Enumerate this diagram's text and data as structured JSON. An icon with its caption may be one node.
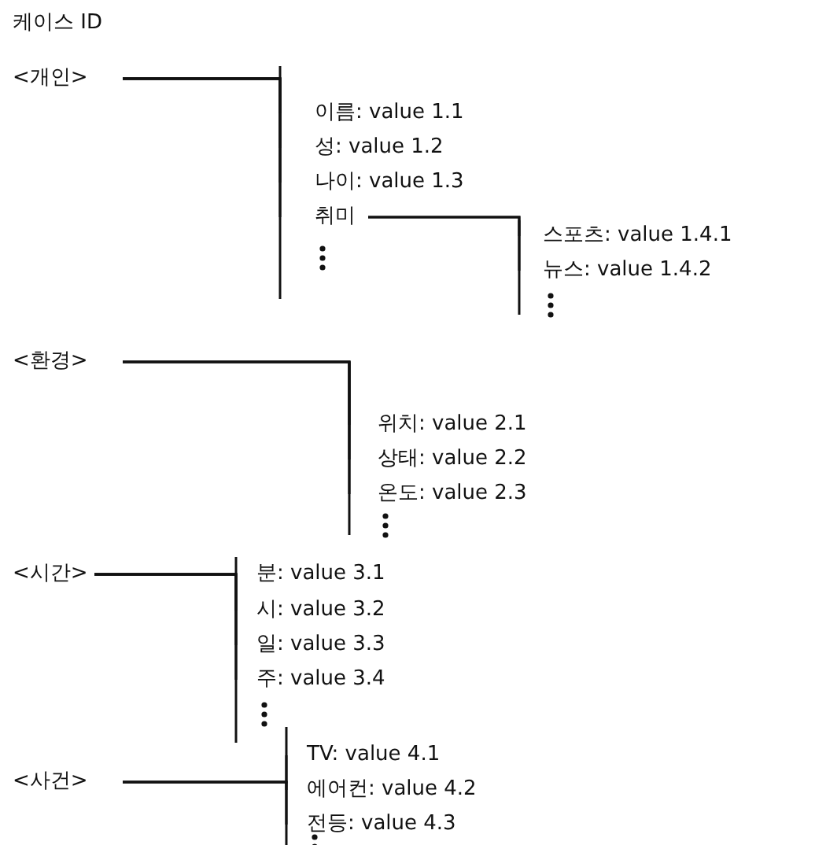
{
  "diagram": {
    "title": "케이스 ID",
    "nodes": [
      {
        "text": [
          "<개인>"
        ]
      },
      {
        "text": [
          "이름: value 1.1"
        ]
      },
      {
        "text": [
          "성: value 1.2"
        ]
      },
      {
        "text": [
          "나이: value 1.3"
        ]
      },
      {
        "text": [
          "취미"
        ]
      },
      {
        "text": [
          "스포츠: value 1.4.1"
        ]
      },
      {
        "text": [
          "뉴스: value 1.4.2"
        ]
      },
      {
        "text": [
          "<환경>"
        ]
      },
      {
        "text": [
          "위치: value 2.1"
        ]
      },
      {
        "text": [
          "상태: value 2.2"
        ]
      },
      {
        "text": [
          "온도: value 2.3"
        ]
      },
      {
        "text": [
          "<시간>"
        ]
      },
      {
        "text": [
          "분: value 3.1"
        ]
      },
      {
        "text": [
          "시: value 3.2"
        ]
      },
      {
        "text": [
          "일: value 3.3"
        ]
      },
      {
        "text": [
          "주: value 3.4"
        ]
      },
      {
        "text": [
          "<사건>"
        ]
      },
      {
        "text": [
          "TV: value 4.1"
        ]
      },
      {
        "text": [
          "에어컨: value 4.2"
        ]
      },
      {
        "text": [
          "전등: value 4.3"
        ]
      }
    ],
    "edges": [
      {
        "from": 0,
        "to": 1,
        "arrow": "none"
      },
      {
        "from": 0,
        "to": 2,
        "arrow": "none"
      },
      {
        "from": 0,
        "to": 3,
        "arrow": "none"
      },
      {
        "from": 0,
        "to": 4,
        "arrow": "none"
      },
      {
        "from": 4,
        "to": 5,
        "arrow": "none"
      },
      {
        "from": 4,
        "to": 6,
        "arrow": "none"
      },
      {
        "from": 7,
        "to": 8,
        "arrow": "none"
      },
      {
        "from": 7,
        "to": 9,
        "arrow": "none"
      },
      {
        "from": 7,
        "to": 10,
        "arrow": "none"
      },
      {
        "from": 11,
        "to": 12,
        "arrow": "none"
      },
      {
        "from": 11,
        "to": 13,
        "arrow": "none"
      },
      {
        "from": 11,
        "to": 14,
        "arrow": "none"
      },
      {
        "from": 11,
        "to": 15,
        "arrow": "none"
      },
      {
        "from": 16,
        "to": 17,
        "arrow": "none"
      },
      {
        "from": 16,
        "to": 18,
        "arrow": "none"
      },
      {
        "from": 16,
        "to": 19,
        "arrow": "none"
      }
    ]
  }
}
